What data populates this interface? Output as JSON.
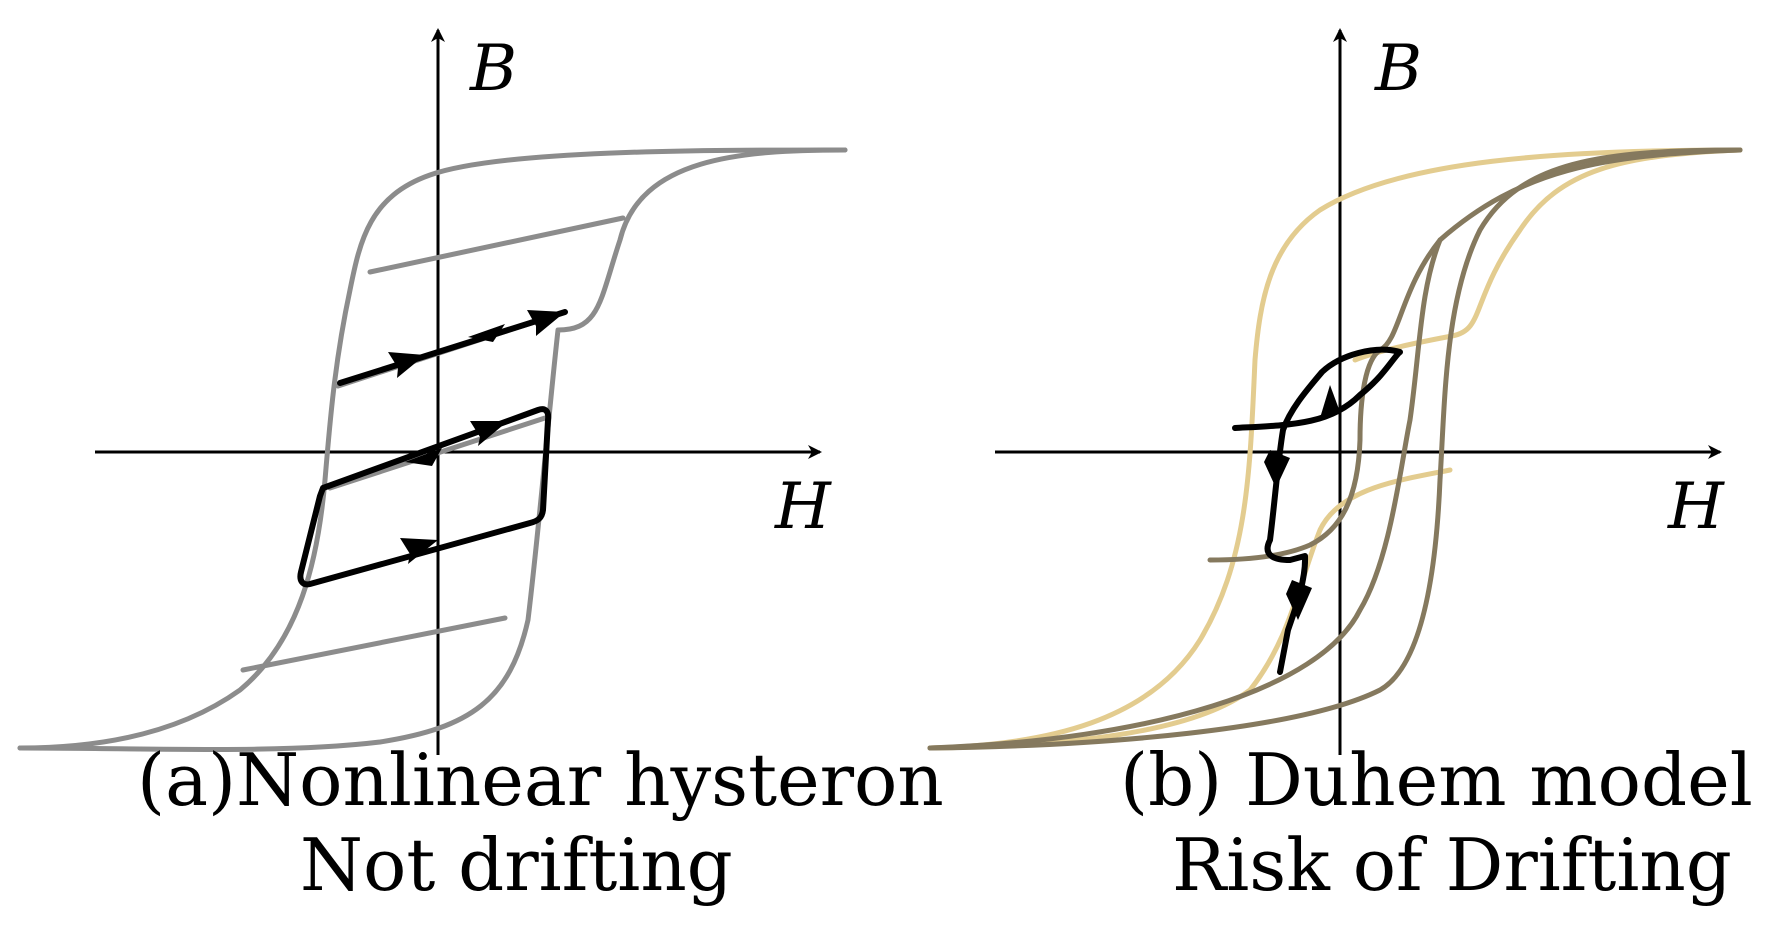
{
  "panel_a": {
    "axis_y_label": "B",
    "axis_x_label": "H",
    "caption_line1": "(a)Nonlinear hysteron",
    "caption_line2": "Not drifting"
  },
  "panel_b": {
    "axis_y_label": "B",
    "axis_x_label": "H",
    "caption_line1": "(b) Duhem model",
    "caption_line2": "Risk of Drifting"
  },
  "colors": {
    "panel_a_loop": "#8c8c8c",
    "panel_b_outer_loop": "#e3cc8f",
    "panel_b_inner_loop": "#85795e",
    "trajectory": "#000000"
  }
}
